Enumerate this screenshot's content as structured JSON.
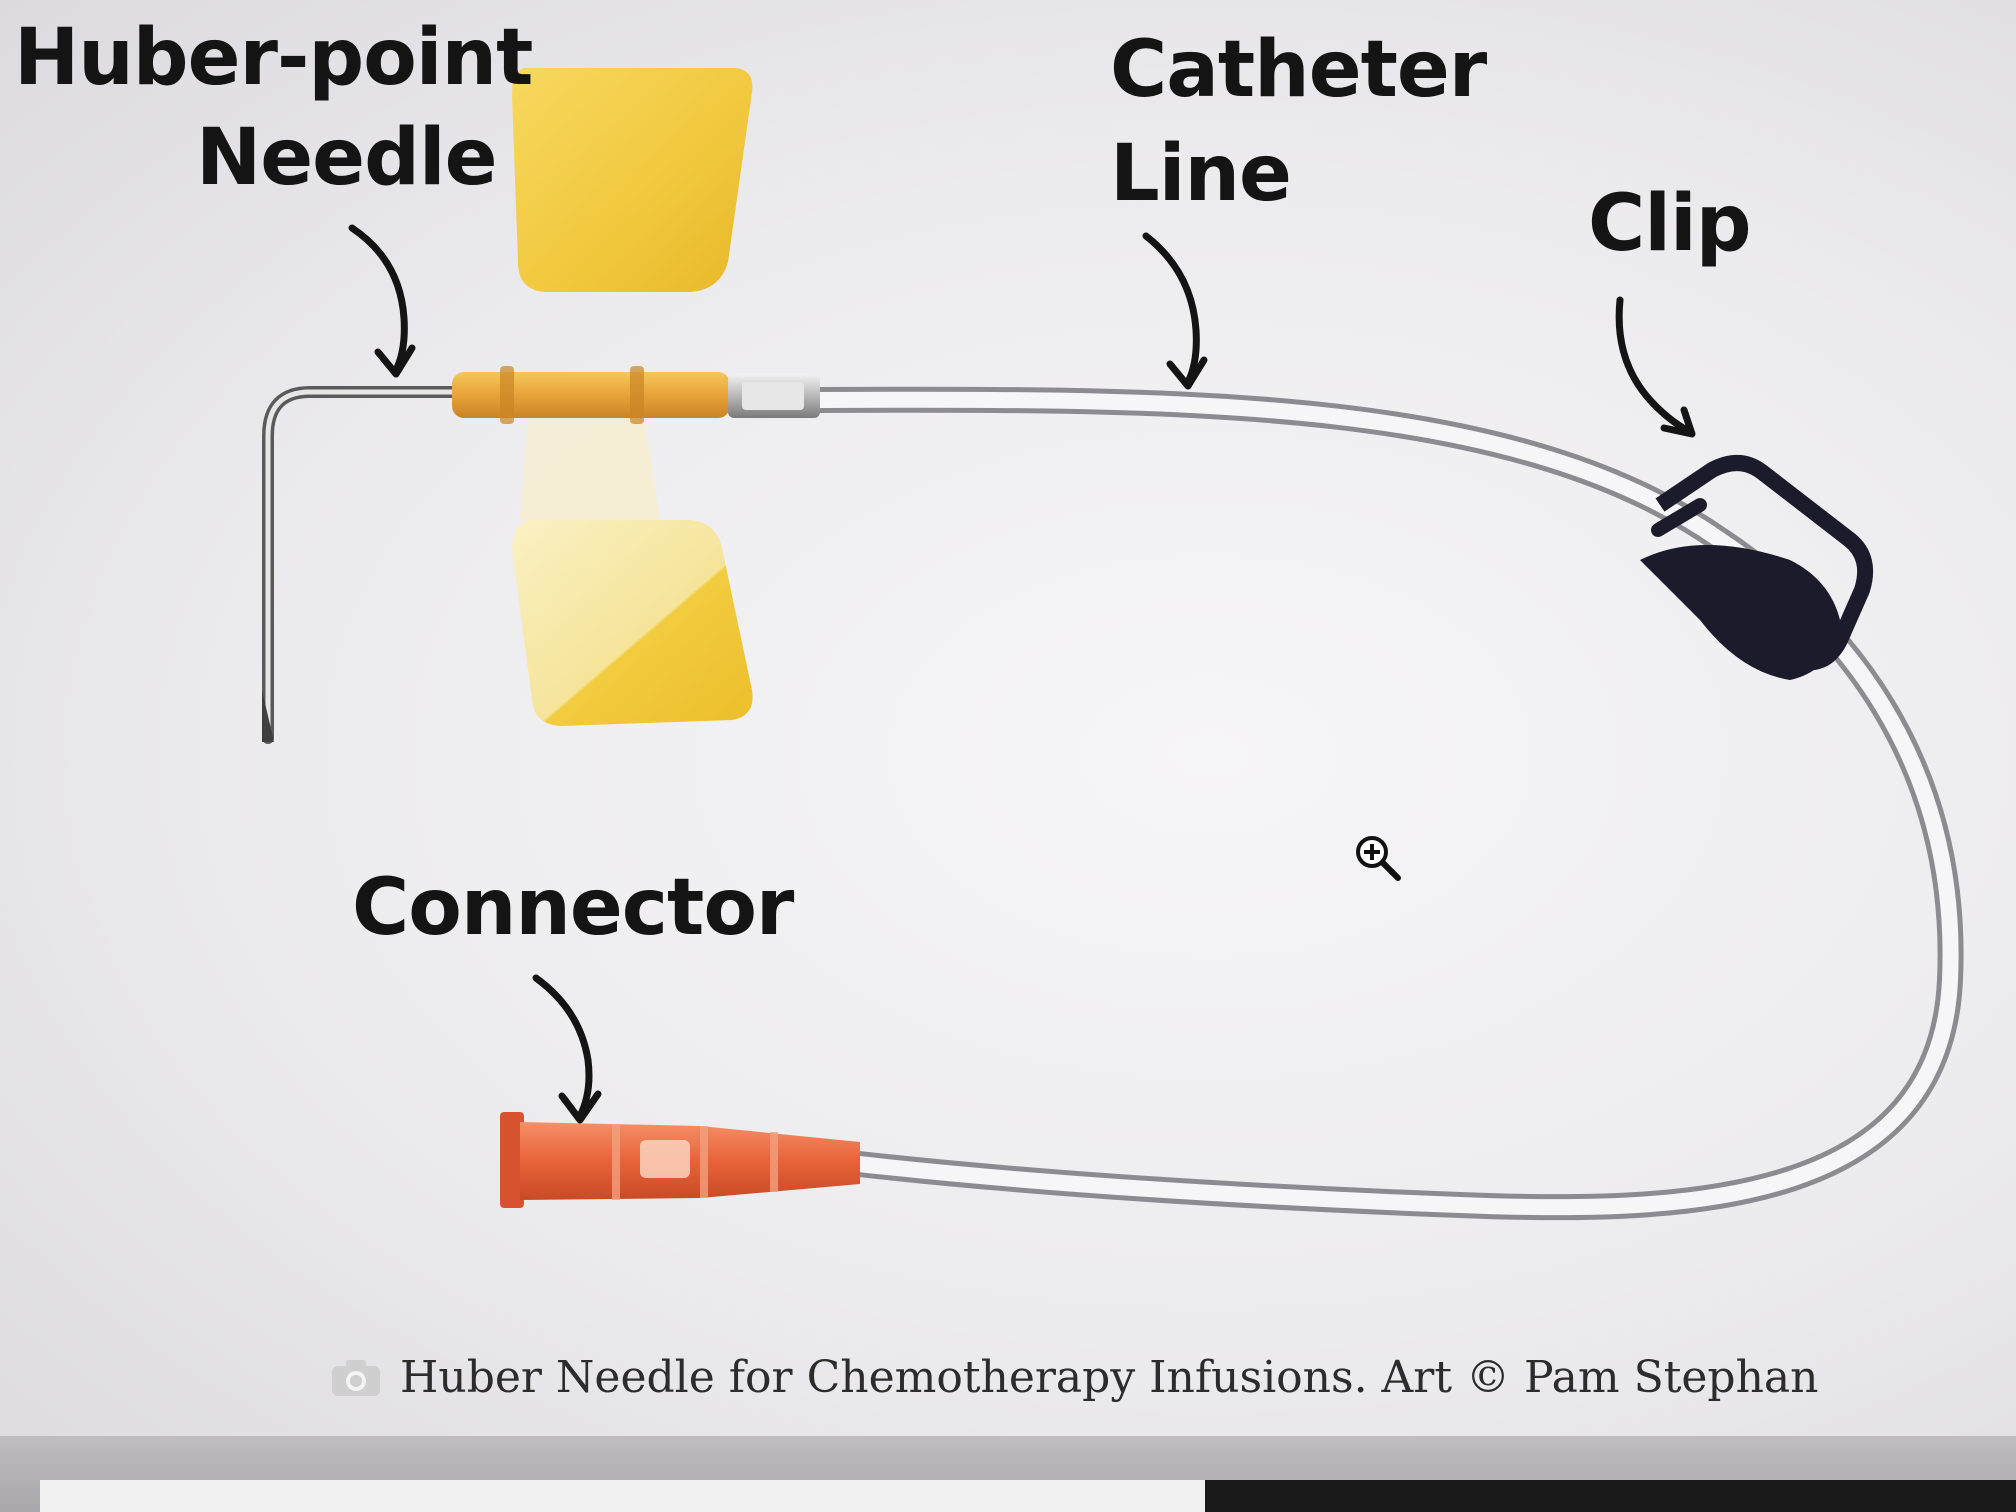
{
  "labels": {
    "huber_line1": "Huber-point",
    "huber_line2": "Needle",
    "catheter_line1": "Catheter",
    "catheter_line2": "Line",
    "clip": "Clip",
    "connector": "Connector"
  },
  "caption": {
    "text": "Huber Needle for Chemotherapy Infusions. Art © Pam Stephan",
    "icon": "camera-icon"
  },
  "colors": {
    "wings": "#f2c94c",
    "hub": "#e8a93a",
    "connector": "#e8633a",
    "clip": "#1a1a2a",
    "tubing": "#f4f4f6",
    "needle": "#555555"
  },
  "cursor": {
    "icon": "zoom-in-icon"
  }
}
